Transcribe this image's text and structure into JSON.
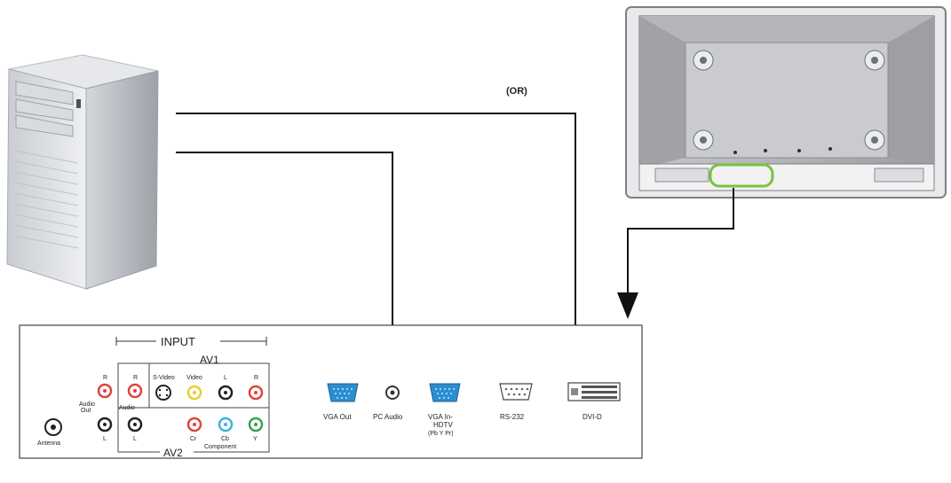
{
  "or_label": "(OR)",
  "panel": {
    "input_label": "INPUT",
    "av1_label": "AV1",
    "av2_label": "AV2",
    "audio_out_label_1": "Audio",
    "audio_out_label_2": "Out",
    "audio_label": "Audio",
    "svideo_label": "S-Video",
    "video_label": "Video",
    "r_label": "R",
    "l_label": "L",
    "antenna_label": "Antenna",
    "cr_label": "Cr",
    "cb_label": "Cb",
    "y_label": "Y",
    "component_label": "Component",
    "vga_out_label": "VGA  Out",
    "pc_audio_label": "PC  Audio",
    "vga_in_label": "VGA  In-",
    "hdtv_label": "HDTV",
    "pbypr_label": "(Pb Y Pr)",
    "rs232_label": "RS-232",
    "dvid_label": "DVI-D"
  },
  "colors": {
    "red_jack": "#e0443c",
    "yellow_jack": "#e3d12a",
    "blue_jack": "#3db4dc",
    "green_jack": "#37a34a",
    "vga_blue": "#2a8fd0",
    "highlight_green": "#7ac142"
  },
  "icons": {
    "computer": "pc-tower",
    "tv": "tv-back-panel",
    "arrows": "down-arrow"
  }
}
